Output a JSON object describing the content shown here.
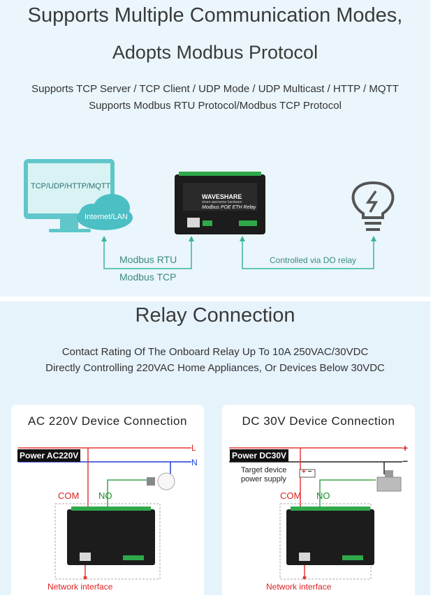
{
  "header": {
    "title_line1": "Supports Multiple Communication Modes,",
    "title_line2": "Adopts Modbus Protocol",
    "sub_line1": "Supports TCP Server / TCP Client / UDP Mode / UDP Multicast / HTTP / MQTT",
    "sub_line2": "Supports Modbus RTU Protocol/Modbus TCP Protocol"
  },
  "diagram1": {
    "monitor_label": "TCP/UDP/HTTP/MQTT",
    "cloud_label": "Internet/LAN",
    "device_brand": "WAVESHARE",
    "device_tagline": "share awesome hardware",
    "device_model": "Modbus POE ETH Relay",
    "link_left_1": "Modbus RTU",
    "link_left_2": "Modbus TCP",
    "link_right": "Controlled via DO relay",
    "bulb_icon": "lightning-bulb-icon"
  },
  "relay": {
    "title": "Relay Connection",
    "sub_line1": "Contact Rating Of The Onboard Relay Up To 10A 250VAC/30VDC",
    "sub_line2": "Directly Controlling 220VAC Home Appliances, Or Devices Below 30VDC"
  },
  "ac_card": {
    "title": "AC 220V Device Connection",
    "power": "Power AC220V",
    "l": "L",
    "n": "N",
    "com": "COM",
    "no": "NO",
    "net": "Network interface"
  },
  "dc_card": {
    "title": "DC 30V Device Connection",
    "power": "Power DC30V",
    "plus": "+",
    "minus": "−",
    "target1": "Target device",
    "target2": "power supply",
    "com": "COM",
    "no": "NO",
    "net": "Network interface"
  },
  "colors": {
    "wire_red": "#e53935",
    "wire_blue": "#1e3fd6",
    "wire_green": "#3aa34a",
    "link_teal": "#3bb39b",
    "monitor": "#5fc6c9"
  }
}
